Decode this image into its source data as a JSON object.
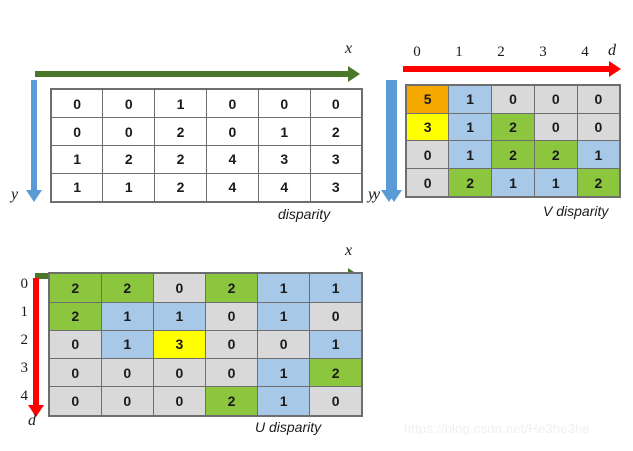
{
  "figure": {
    "watermark": "https://blog.csdn.net/He3he3he"
  },
  "disparity_map": {
    "caption": "disparity",
    "x_axis_label": "x",
    "y_axis_label_left": "y",
    "y_axis_label_right": "y",
    "x_arrow_color": "#4a7729",
    "y_arrow_color": "#5b9bd5",
    "rows": [
      [
        {
          "v": "0",
          "c": "white"
        },
        {
          "v": "0",
          "c": "white"
        },
        {
          "v": "1",
          "c": "white"
        },
        {
          "v": "0",
          "c": "white"
        },
        {
          "v": "0",
          "c": "white"
        },
        {
          "v": "0",
          "c": "white"
        }
      ],
      [
        {
          "v": "0",
          "c": "white"
        },
        {
          "v": "0",
          "c": "white"
        },
        {
          "v": "2",
          "c": "white"
        },
        {
          "v": "0",
          "c": "white"
        },
        {
          "v": "1",
          "c": "white"
        },
        {
          "v": "2",
          "c": "white"
        }
      ],
      [
        {
          "v": "1",
          "c": "white"
        },
        {
          "v": "2",
          "c": "white"
        },
        {
          "v": "2",
          "c": "white"
        },
        {
          "v": "4",
          "c": "white"
        },
        {
          "v": "3",
          "c": "white"
        },
        {
          "v": "3",
          "c": "white"
        }
      ],
      [
        {
          "v": "1",
          "c": "white"
        },
        {
          "v": "1",
          "c": "white"
        },
        {
          "v": "2",
          "c": "white"
        },
        {
          "v": "4",
          "c": "white"
        },
        {
          "v": "4",
          "c": "white"
        },
        {
          "v": "3",
          "c": "white"
        }
      ]
    ]
  },
  "v_disparity": {
    "caption": "V disparity",
    "d_axis_label": "d",
    "y_axis_label": "y",
    "d_arrow_color": "#ff0000",
    "y_arrow_color": "#5b9bd5",
    "col_headers": [
      "0",
      "1",
      "2",
      "3",
      "4"
    ],
    "rows": [
      [
        {
          "v": "5",
          "c": "orange"
        },
        {
          "v": "1",
          "c": "blue"
        },
        {
          "v": "0",
          "c": "gray"
        },
        {
          "v": "0",
          "c": "gray"
        },
        {
          "v": "0",
          "c": "gray"
        }
      ],
      [
        {
          "v": "3",
          "c": "yellow"
        },
        {
          "v": "1",
          "c": "blue"
        },
        {
          "v": "2",
          "c": "green"
        },
        {
          "v": "0",
          "c": "gray"
        },
        {
          "v": "0",
          "c": "gray"
        }
      ],
      [
        {
          "v": "0",
          "c": "gray"
        },
        {
          "v": "1",
          "c": "blue"
        },
        {
          "v": "2",
          "c": "green"
        },
        {
          "v": "2",
          "c": "green"
        },
        {
          "v": "1",
          "c": "blue"
        }
      ],
      [
        {
          "v": "0",
          "c": "gray"
        },
        {
          "v": "2",
          "c": "green"
        },
        {
          "v": "1",
          "c": "blue"
        },
        {
          "v": "1",
          "c": "blue"
        },
        {
          "v": "2",
          "c": "green"
        }
      ]
    ]
  },
  "u_disparity": {
    "caption": "U disparity",
    "x_axis_label": "x",
    "d_axis_label": "d",
    "x_arrow_color": "#4a7729",
    "d_arrow_color": "#ff0000",
    "row_headers": [
      "0",
      "1",
      "2",
      "3",
      "4"
    ],
    "rows": [
      [
        {
          "v": "2",
          "c": "green"
        },
        {
          "v": "2",
          "c": "green"
        },
        {
          "v": "0",
          "c": "gray"
        },
        {
          "v": "2",
          "c": "green"
        },
        {
          "v": "1",
          "c": "blue"
        },
        {
          "v": "1",
          "c": "blue"
        }
      ],
      [
        {
          "v": "2",
          "c": "green"
        },
        {
          "v": "1",
          "c": "blue"
        },
        {
          "v": "1",
          "c": "blue"
        },
        {
          "v": "0",
          "c": "gray"
        },
        {
          "v": "1",
          "c": "blue"
        },
        {
          "v": "0",
          "c": "gray"
        }
      ],
      [
        {
          "v": "0",
          "c": "gray"
        },
        {
          "v": "1",
          "c": "blue"
        },
        {
          "v": "3",
          "c": "yellow"
        },
        {
          "v": "0",
          "c": "gray"
        },
        {
          "v": "0",
          "c": "gray"
        },
        {
          "v": "1",
          "c": "blue"
        }
      ],
      [
        {
          "v": "0",
          "c": "gray"
        },
        {
          "v": "0",
          "c": "gray"
        },
        {
          "v": "0",
          "c": "gray"
        },
        {
          "v": "0",
          "c": "gray"
        },
        {
          "v": "1",
          "c": "blue"
        },
        {
          "v": "2",
          "c": "green"
        }
      ],
      [
        {
          "v": "0",
          "c": "gray"
        },
        {
          "v": "0",
          "c": "gray"
        },
        {
          "v": "0",
          "c": "gray"
        },
        {
          "v": "2",
          "c": "green"
        },
        {
          "v": "1",
          "c": "blue"
        },
        {
          "v": "0",
          "c": "gray"
        }
      ]
    ]
  }
}
